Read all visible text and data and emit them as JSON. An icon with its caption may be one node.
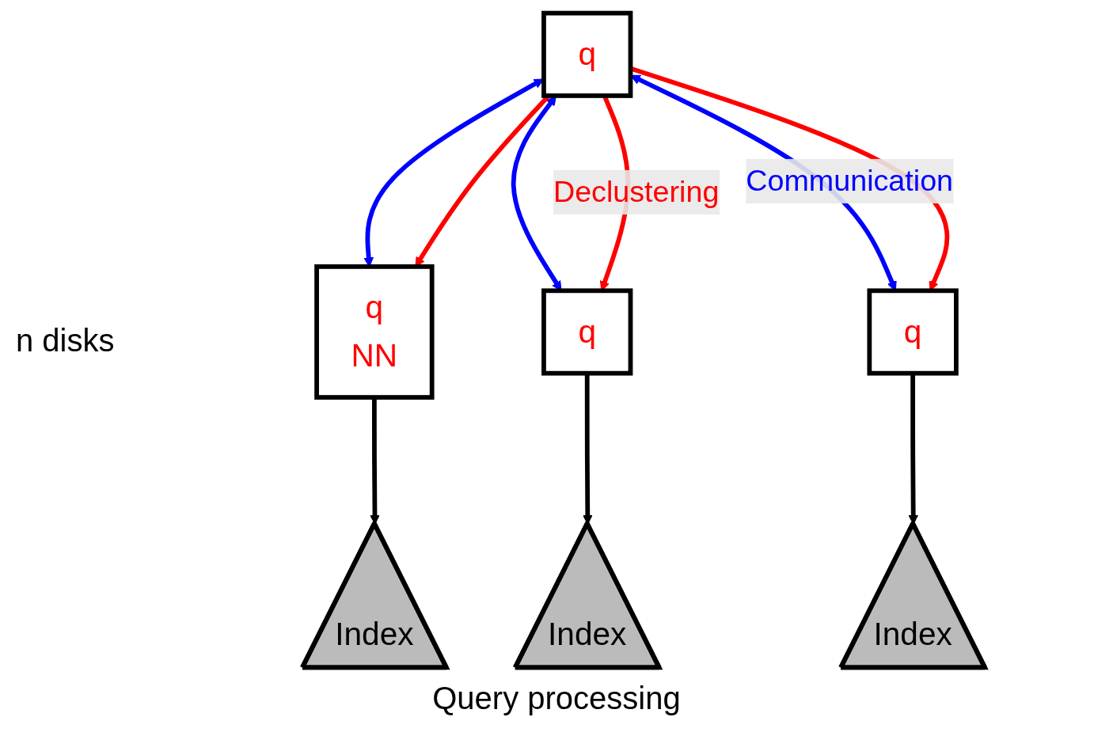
{
  "diagram": {
    "nodes": [
      {
        "text": [
          "q"
        ]
      },
      {
        "text": [
          "q",
          "NN"
        ]
      },
      {
        "text": [
          "q"
        ]
      },
      {
        "text": [
          "q"
        ]
      },
      {
        "text": [
          "Index"
        ]
      },
      {
        "text": [
          "Index"
        ]
      },
      {
        "text": [
          "Index"
        ]
      }
    ],
    "edges": [
      {
        "from": 0,
        "to": 1,
        "arrow": "both",
        "color": "#0000ff"
      },
      {
        "from": 0,
        "to": 2,
        "arrow": "both",
        "color": "#0000ff"
      },
      {
        "from": 0,
        "to": 3,
        "arrow": "both",
        "color": "#0000ff",
        "label": "Communication"
      },
      {
        "from": 0,
        "to": 1,
        "arrow": "to",
        "color": "#ff0000"
      },
      {
        "from": 0,
        "to": 2,
        "arrow": "to",
        "color": "#ff0000",
        "label": "Declustering"
      },
      {
        "from": 0,
        "to": 3,
        "arrow": "to",
        "color": "#ff0000"
      },
      {
        "from": 1,
        "to": 4,
        "arrow": "to",
        "color": "#000000"
      },
      {
        "from": 2,
        "to": 5,
        "arrow": "to",
        "color": "#000000"
      },
      {
        "from": 3,
        "to": 6,
        "arrow": "to",
        "color": "#000000"
      }
    ],
    "labels": [
      "n disks",
      "Query processing"
    ]
  }
}
